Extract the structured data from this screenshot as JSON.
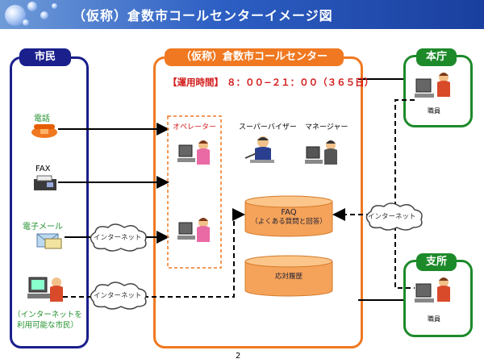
{
  "title": "（仮称）倉数市コールセンターイメージ図",
  "citizen_box": {
    "header": "市民",
    "items": [
      {
        "label": "電話",
        "icon": "telephone-icon"
      },
      {
        "label": "FAX",
        "icon": "fax-icon"
      },
      {
        "label": "電子メール",
        "icon": "email-icon"
      },
      {
        "label": "（インターネットを\n利用可能な市民）",
        "icon": "computer-user-icon"
      }
    ]
  },
  "call_center": {
    "header": "（仮称）倉数市コールセンター",
    "hours": "【運用時間】 ８：００−２１：００（３６５日）",
    "operator_label": "オペレーター",
    "supervisor_label": "スーパーバイザー",
    "manager_label": "マネージャー",
    "faq_line1": "FAQ",
    "faq_line2": "（よくある質問と回答）",
    "history_label": "応対履歴"
  },
  "city_hall": {
    "header": "本庁",
    "staff_label": "職員"
  },
  "branch": {
    "header": "支所",
    "staff_label": "職員"
  },
  "clouds": {
    "email": "インターネット",
    "web": "インターネット",
    "staff": "インターネット"
  },
  "page_number": "2",
  "colors": {
    "citizen": "#1a1f8c",
    "call_center": "#f07820",
    "office": "#1d8a2a",
    "accent_red": "#d21b1b",
    "cylinder": "#f5a35a"
  }
}
